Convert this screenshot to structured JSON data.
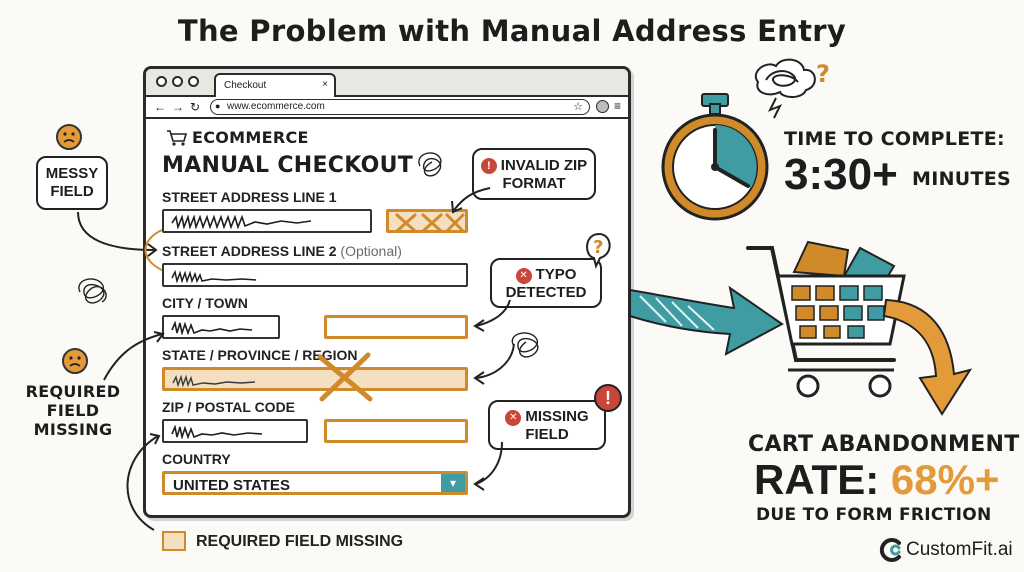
{
  "title": "The Problem with Manual Address Entry",
  "browser": {
    "tab_title": "Checkout",
    "tab_close": "×",
    "url": "www.ecommerce.com",
    "brand": "ECOMMERCE",
    "heading": "MANUAL CHECKOUT"
  },
  "form": {
    "street1_label": "STREET ADDRESS LINE 1",
    "street2_label": "STREET ADDRESS LINE 2",
    "street2_optional": "(Optional)",
    "city_label": "CITY / TOWN",
    "state_label": "STATE / PROVINCE / REGION",
    "zip_label": "ZIP / POSTAL CODE",
    "country_label": "COUNTRY",
    "country_value": "UNITED STATES"
  },
  "callouts": {
    "invalid_zip": "INVALID ZIP FORMAT",
    "invalid_zip_line1": "INVALID ZIP",
    "invalid_zip_line2": "FORMAT",
    "typo_line1": "TYPO",
    "typo_line2": "DETECTED",
    "missing_line1": "MISSING",
    "missing_line2": "FIELD",
    "messy_line1": "MESSY",
    "messy_line2": "FIELD",
    "required_line1": "REQUIRED",
    "required_line2": "FIELD",
    "required_line3": "MISSING"
  },
  "legend": {
    "label": "REQUIRED FIELD MISSING"
  },
  "stats": {
    "time_label": "TIME TO COMPLETE:",
    "time_value": "3:30+",
    "time_unit": "MINUTES",
    "abandon_label": "CART ABANDONMENT",
    "rate_label": "RATE:",
    "rate_value": "68%+",
    "rate_note": "DUE TO FORM FRICTION"
  },
  "brand": {
    "name": "CustomFit.ai"
  },
  "colors": {
    "accent": "#d08a2a",
    "teal": "#3f9ca3",
    "error": "#c8463a",
    "ink": "#222222"
  },
  "icons": {
    "cart": "shopping-cart-icon",
    "stopwatch": "stopwatch-icon",
    "back": "arrow-left-icon",
    "forward": "arrow-right-icon",
    "reload": "reload-icon",
    "star": "star-icon",
    "profile": "profile-icon",
    "menu": "menu-icon"
  }
}
